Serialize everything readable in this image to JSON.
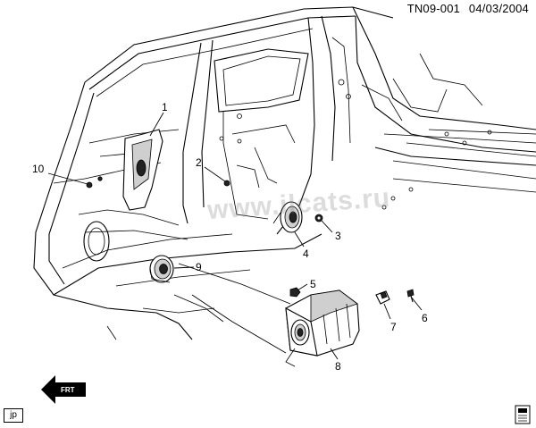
{
  "header": {
    "doc_id": "TN09-001",
    "date": "04/03/2004"
  },
  "watermark": "www.ilcats.ru",
  "footer": {
    "left_tag": "jp"
  },
  "forward_arrow": {
    "label": "FRT"
  },
  "callouts": [
    {
      "number": "1",
      "part": "speaker-grille-panel"
    },
    {
      "number": "2",
      "part": "bolt"
    },
    {
      "number": "3",
      "part": "nut"
    },
    {
      "number": "4",
      "part": "rear-door-speaker"
    },
    {
      "number": "5",
      "part": "nut"
    },
    {
      "number": "6",
      "part": "bolt"
    },
    {
      "number": "7",
      "part": "clip"
    },
    {
      "number": "8",
      "part": "subwoofer-enclosure"
    },
    {
      "number": "9",
      "part": "front-door-speaker"
    },
    {
      "number": "10",
      "part": "screw"
    }
  ]
}
